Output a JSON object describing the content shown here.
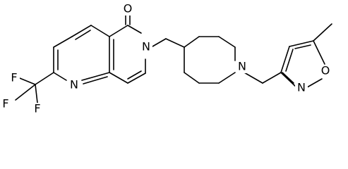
{
  "structure": {
    "atoms": {
      "carbonyl_O": "O",
      "amide_N": "N",
      "pyridine_N": "N",
      "piperidine_N": "N",
      "isoxazole_N": "N",
      "isoxazole_O": "O",
      "F1": "F",
      "F2": "F",
      "F3": "F"
    }
  },
  "colors": {
    "bond": "#000000",
    "label": "#000000",
    "background": "#ffffff"
  }
}
